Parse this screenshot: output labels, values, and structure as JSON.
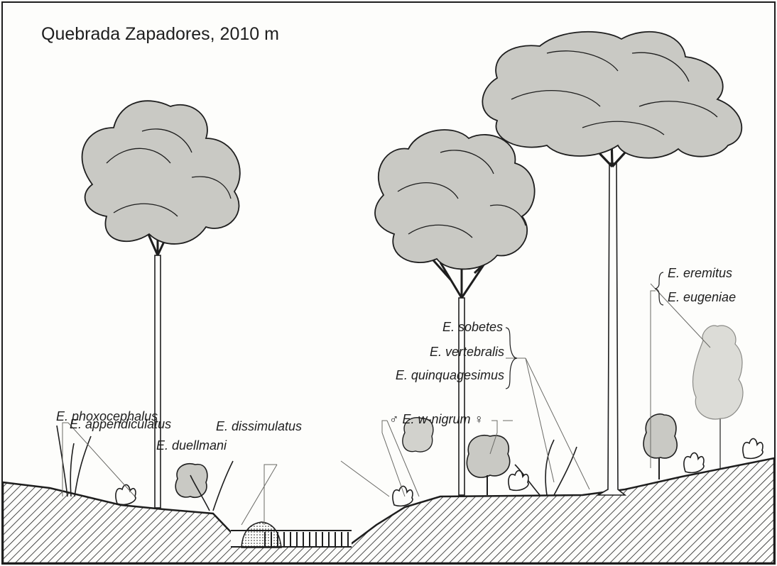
{
  "title": "Quebrada Zapadores, 2010 m",
  "labels": {
    "phoxocephalus": "E. phoxocephalus",
    "appendiculatus": "E. appendiculatus",
    "dissimulatus": "E. dissimulatus",
    "duellmani": "E. duellmani",
    "w_nigrum": "E. w-nigrum",
    "male_symbol": "♂",
    "female_symbol": "♀",
    "sobetes": "E. sobetes",
    "vertebralis": "E. vertebralis",
    "quinquagesimus": "E. quinquagesimus",
    "eremitus": "E. eremitus",
    "eugeniae": "E. eugeniae"
  },
  "colors": {
    "canopy": "#c9c9c4",
    "canopy_light": "#d8d8d3",
    "ink": "#1e1e1e",
    "background": "#fdfdfb"
  },
  "icons": [
    "tree-left-icon",
    "tree-middle-icon",
    "tree-tall-icon",
    "shrub-icon",
    "fern-icon",
    "bromeliad-icon",
    "stream-icon",
    "rock-icon"
  ]
}
